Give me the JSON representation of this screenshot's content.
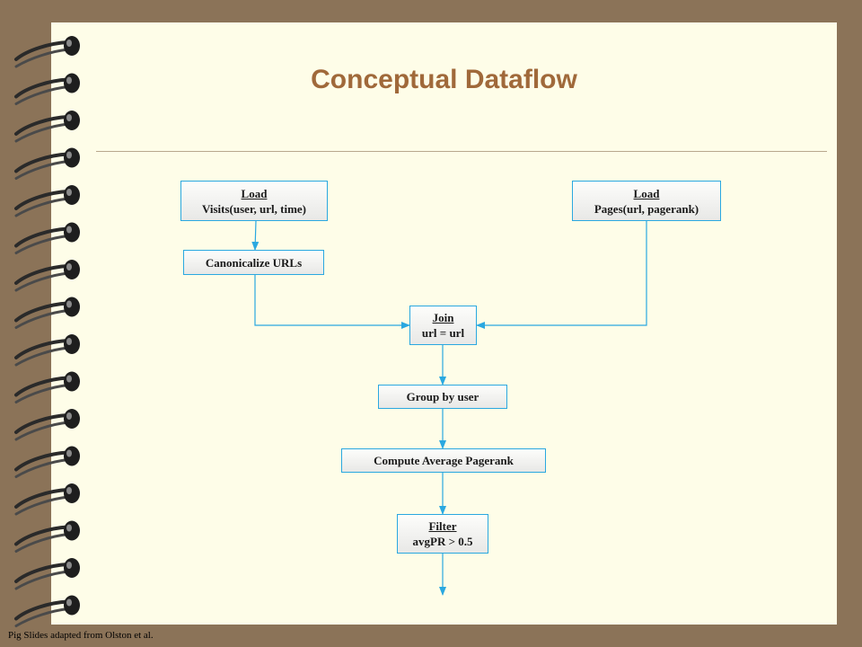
{
  "slide": {
    "title": "Conceptual Dataflow",
    "footer": "Pig Slides adapted from Olston et al."
  },
  "nodes": {
    "load_visits": {
      "op": "Load",
      "detail": "Visits(user, url, time)"
    },
    "load_pages": {
      "op": "Load",
      "detail": "Pages(url, pagerank)"
    },
    "canonicalize": {
      "label": "Canonicalize URLs"
    },
    "join": {
      "op": "Join",
      "detail": "url = url"
    },
    "group": {
      "label": "Group by user"
    },
    "compute": {
      "label": "Compute Average Pagerank"
    },
    "filter": {
      "op": "Filter",
      "detail": "avgPR > 0.5"
    }
  },
  "colors": {
    "background": "#8b7358",
    "slide": "#fefde8",
    "title": "#a0693a",
    "arrow": "#2aa8e0"
  }
}
